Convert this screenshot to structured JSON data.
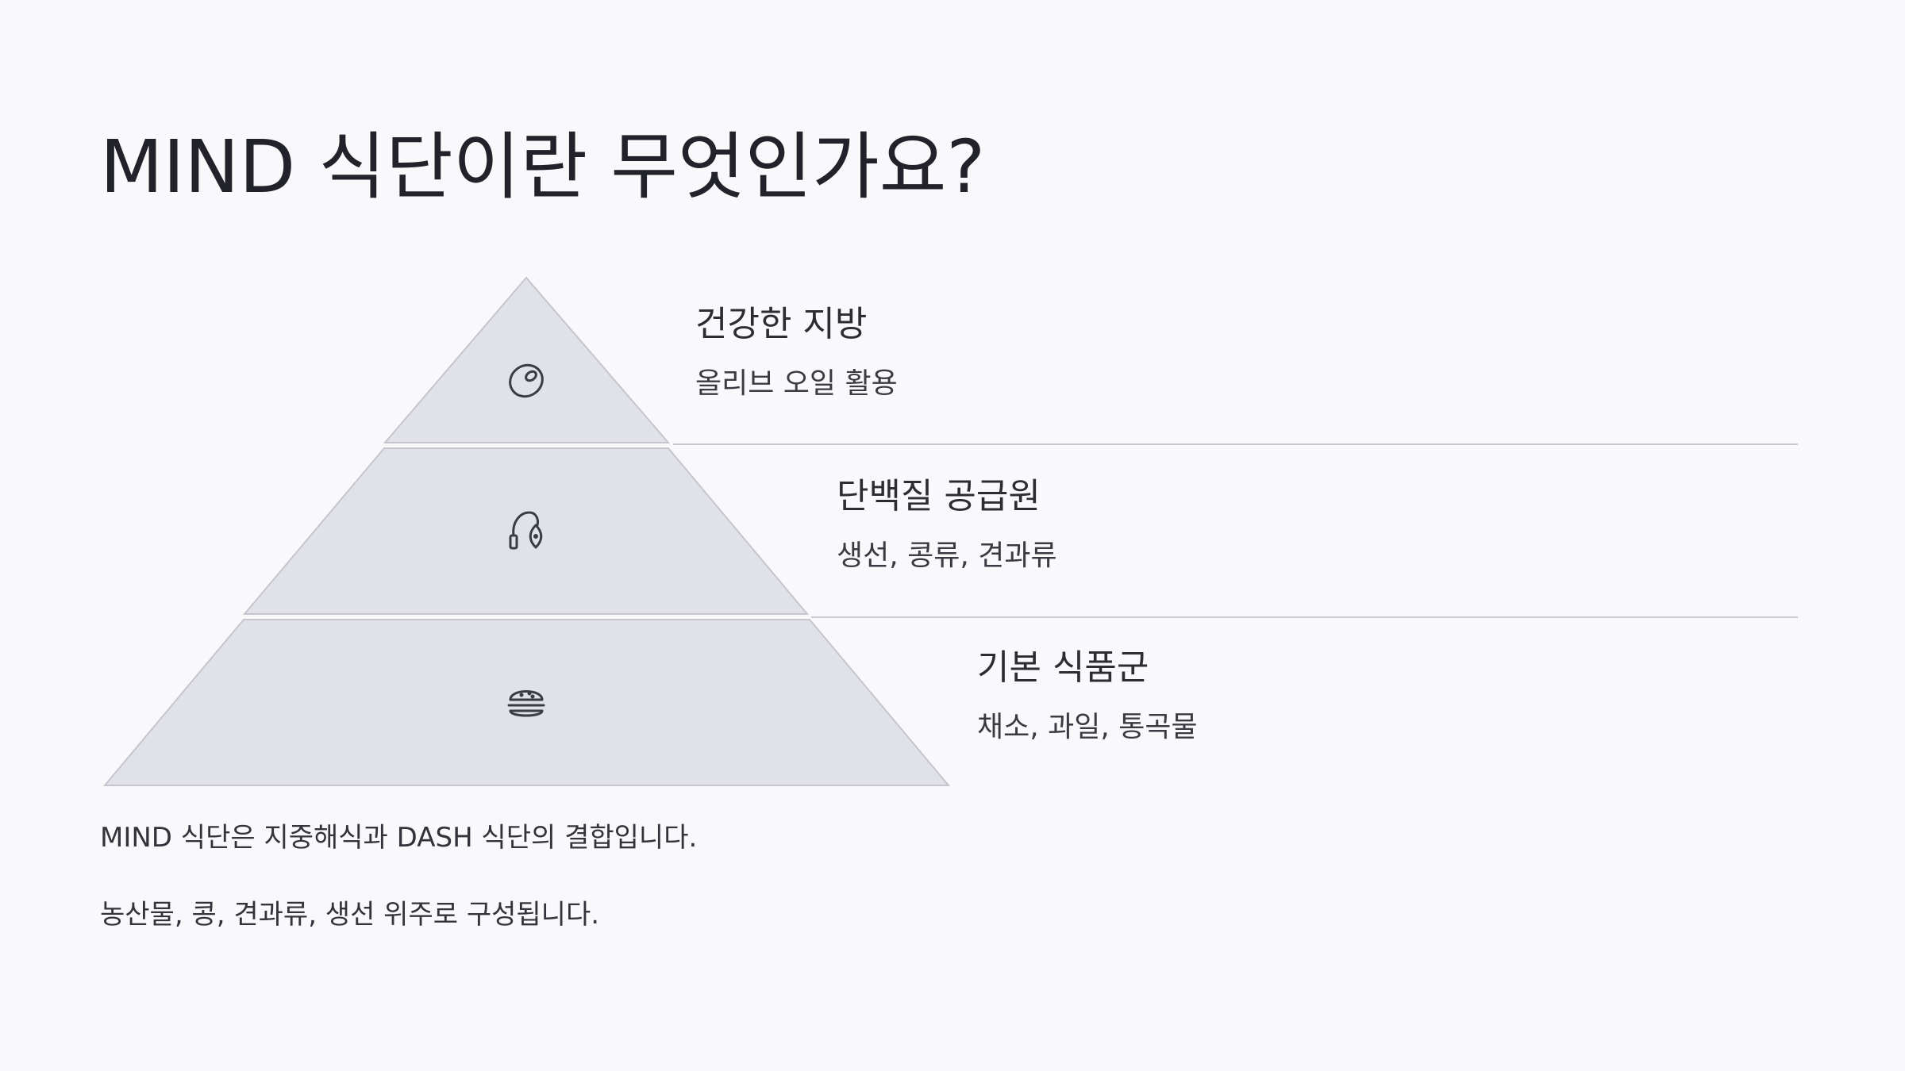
{
  "title": "MIND 식단이란 무엇인가요?",
  "pyramid": {
    "tiers": [
      {
        "title": "건강한 지방",
        "desc": "올리브 오일 활용",
        "icon": "olive-icon"
      },
      {
        "title": "단백질 공급원",
        "desc": "생선, 콩류, 견과류",
        "icon": "fish-protein-icon"
      },
      {
        "title": "기본 식품군",
        "desc": "채소, 과일, 통곡물",
        "icon": "burger-icon"
      }
    ]
  },
  "paragraphs": [
    "MIND 식단은 지중해식과 DASH 식단의 결합입니다.",
    "농산물, 콩, 견과류, 생선 위주로 구성됩니다."
  ],
  "colors": {
    "background": "#f9f9fb",
    "tier_fill": "#e1e1e8",
    "tier_stroke": "#c5c5cf",
    "icon": "#3b3b44"
  }
}
